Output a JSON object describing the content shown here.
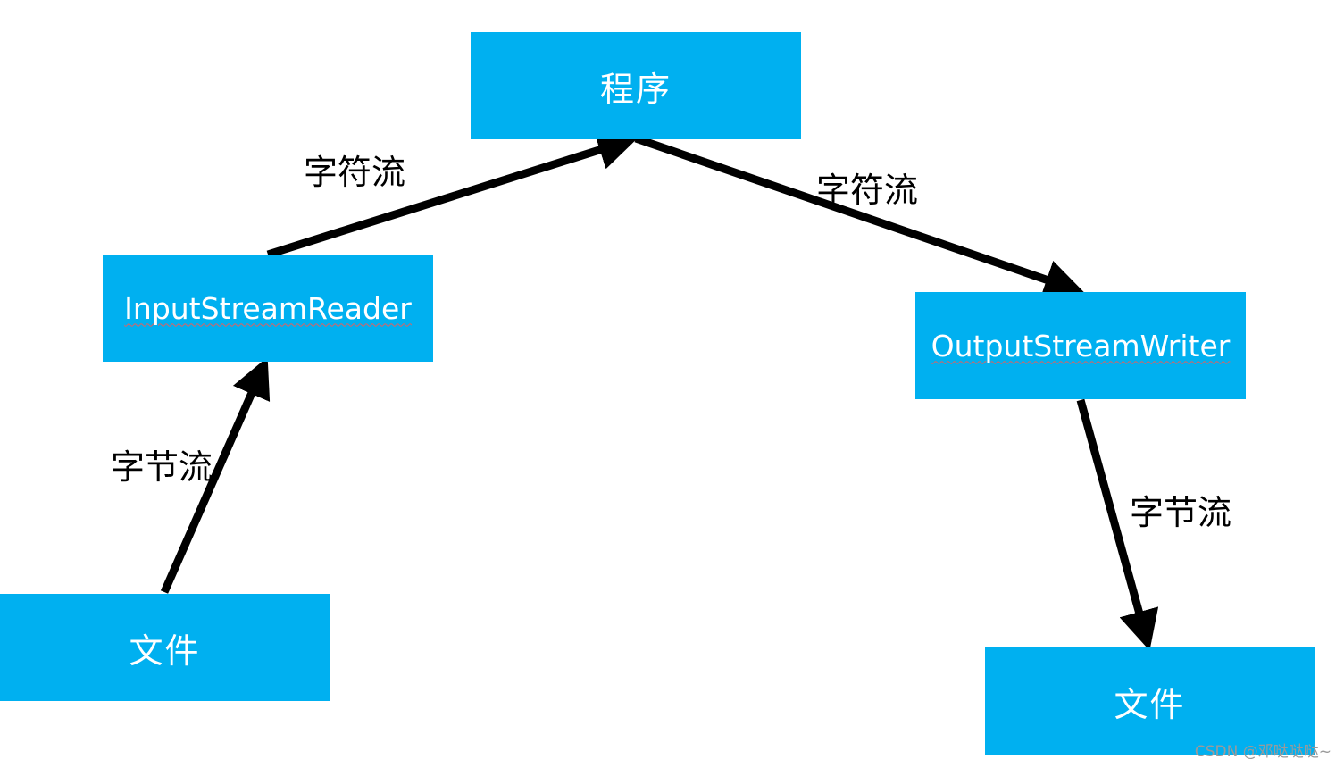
{
  "nodes": {
    "program": "程序",
    "input_stream_reader": "InputStreamReader",
    "output_stream_writer": "OutputStreamWriter",
    "source_file": "文件",
    "target_file": "文件"
  },
  "edges": {
    "file_to_reader": "字节流",
    "reader_to_program": "字符流",
    "program_to_writer": "字符流",
    "writer_to_file": "字节流"
  },
  "colors": {
    "box": "#00b0f0",
    "box_text": "#ffffff",
    "arrow": "#000000"
  },
  "watermark": "CSDN @邓哒哒哒~"
}
